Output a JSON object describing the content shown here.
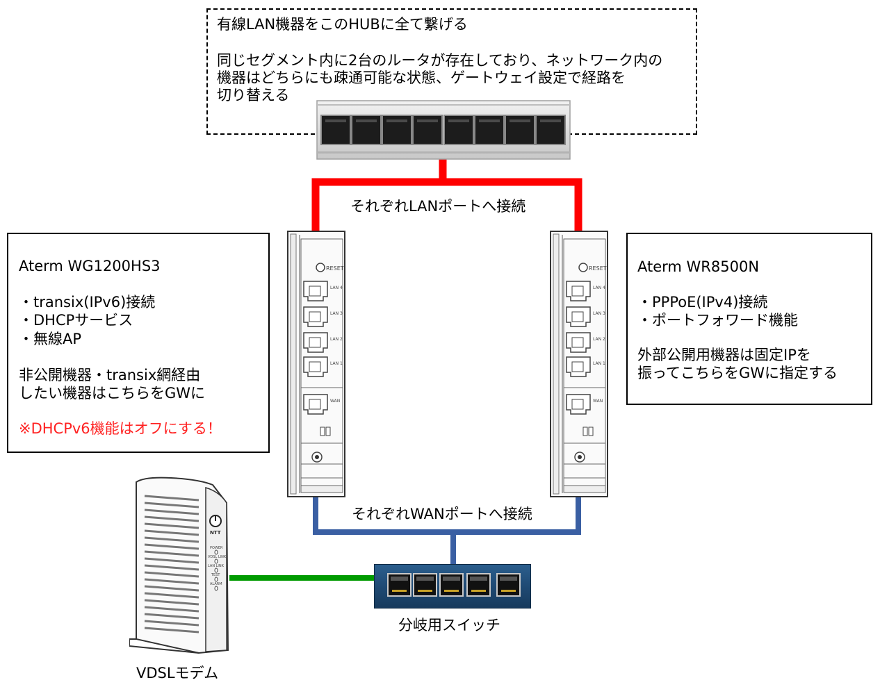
{
  "hub_note": {
    "title": "有線LAN機器をこのHUBに全て繋げる",
    "lines": [
      "同じセグメント内に2台のルータが存在しており、ネットワーク内の",
      "機器はどちらにも疎通可能な状態、ゲートウェイ設定で経路を",
      "切り替える"
    ]
  },
  "connections": {
    "lan_label": "それぞれLANポートへ接続",
    "wan_label": "それぞれWANポートへ接続"
  },
  "router_left": {
    "name": "Aterm WG1200HS3",
    "features": [
      "・transix(IPv6)接続",
      "・DHCPサービス",
      "・無線AP"
    ],
    "note_lines": [
      "非公開機器・transix網経由",
      "したい機器はこちらをGWに"
    ],
    "warning": "※DHCPv6機能はオフにする！"
  },
  "router_right": {
    "name": "Aterm WR8500N",
    "features": [
      "・PPPoE(IPv4)接続",
      "・ポートフォワード機能"
    ],
    "note_lines": [
      "外部公開用機器は固定IPを",
      "振ってこちらをGWに指定する"
    ]
  },
  "router_panel": {
    "reset_label": "RESET",
    "lan_ports": [
      "LAN 4",
      "LAN 3",
      "LAN 2",
      "LAN 1"
    ],
    "wan_label": "WAN"
  },
  "switch": {
    "label": "分岐用スイッチ"
  },
  "modem": {
    "label": "VDSLモデム",
    "brand": "NTT",
    "indicators": [
      "POWER",
      "VDSL LINK",
      "LAN LINK",
      "TEST",
      "ALARM"
    ]
  },
  "colors": {
    "lan_line": "#ff0000",
    "wan_line": "#3a5fa3",
    "modem_line": "#009a00",
    "warning_text": "#ff2222"
  }
}
